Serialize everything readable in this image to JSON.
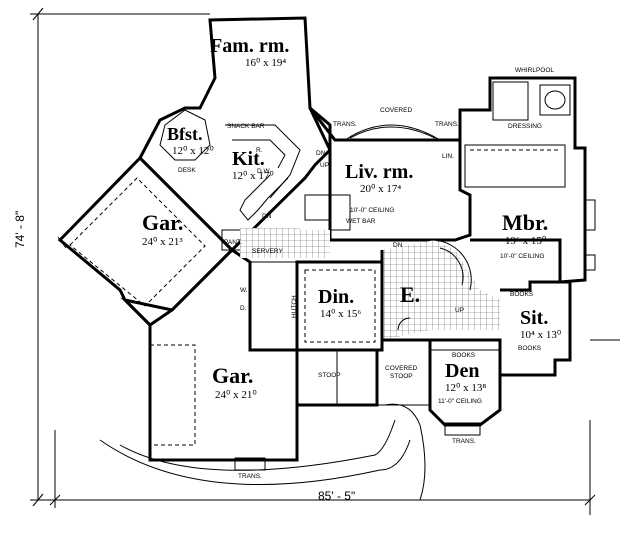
{
  "dimensions": {
    "width": "85' - 5\"",
    "depth": "74' - 8\""
  },
  "rooms": {
    "fam": {
      "name": "Fam. rm.",
      "size": "16⁰ x 19⁴"
    },
    "bfst": {
      "name": "Bfst.",
      "size": "12⁰ x 12⁰"
    },
    "kit": {
      "name": "Kit.",
      "size": "12⁰ x 17⁰"
    },
    "liv": {
      "name": "Liv. rm.",
      "size": "20⁰ x 17⁴",
      "note": "10'-0\" CEILING"
    },
    "mbr": {
      "name": "Mbr.",
      "size": "19⁶ x 15⁰",
      "note": "10'-0\" CEILING"
    },
    "gar1": {
      "name": "Gar.",
      "size": "24⁰ x 21³"
    },
    "gar2": {
      "name": "Gar.",
      "size": "24⁰ x 21⁰"
    },
    "din": {
      "name": "Din.",
      "size": "14⁰ x 15⁶"
    },
    "entry": {
      "name": "E."
    },
    "sit": {
      "name": "Sit.",
      "size": "10⁴ x 13⁰"
    },
    "den": {
      "name": "Den",
      "size": "12⁰ x 13⁸",
      "note": "11'-0\" CEILING"
    }
  },
  "labels": {
    "snack_bar": "SNACK BAR",
    "desk": "DESK",
    "covered_top": "COVERED",
    "trans_left": "TRANS.",
    "trans_right": "TRANS.",
    "whirlpool": "WHIRLPOOL",
    "dressing": "DRESSING",
    "lin": "LIN.",
    "dn1": "DN",
    "up1": "UP",
    "dn2": "DN",
    "wet_bar": "WET BAR",
    "pant": "PANT.",
    "servery": "SERVERY",
    "dn3": "DN",
    "hutch": "HUTCH",
    "up2": "UP",
    "books1": "BOOKS",
    "books2": "BOOKS",
    "books3": "BOOKS",
    "stoop": "STOOP",
    "covered_stoop_1": "COVERED",
    "covered_stoop_2": "STOOP",
    "trans_den": "TRANS.",
    "trans_gar": "TRANS.",
    "r": "R.",
    "dw": "D.W.",
    "w": "W.",
    "d": "D."
  }
}
